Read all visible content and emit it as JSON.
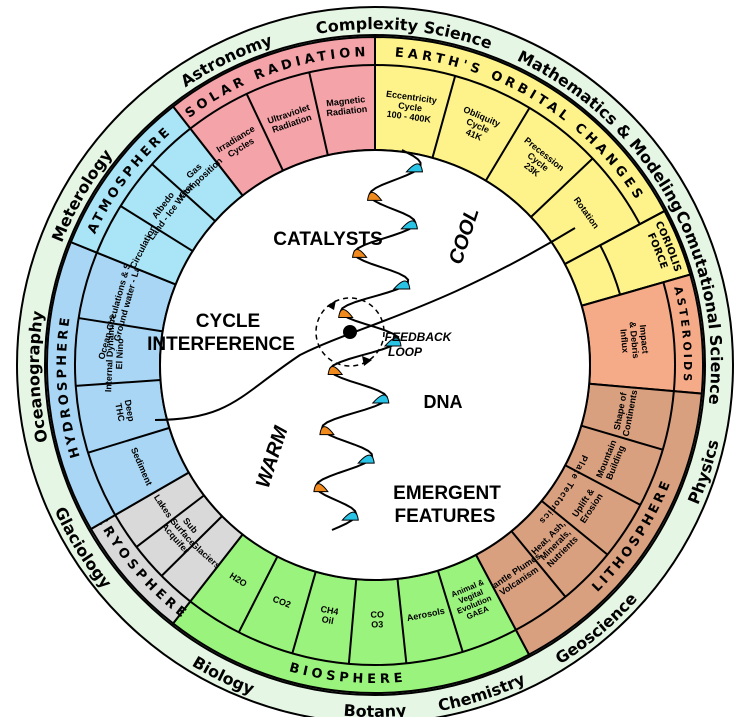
{
  "disciplines": [
    {
      "name": "Complexity Science"
    },
    {
      "name": "Mathematics & Modeling"
    },
    {
      "name": "Comutational Science"
    },
    {
      "name": "Physics"
    },
    {
      "name": "Geoscience"
    },
    {
      "name": "Chemistry"
    },
    {
      "name": "Botany"
    },
    {
      "name": "Biology"
    },
    {
      "name": "Glaciology"
    },
    {
      "name": "Oceanography"
    },
    {
      "name": "Meterology"
    },
    {
      "name": "Astronomy"
    }
  ],
  "spheres": [
    {
      "title": "SOLAR RADIATION",
      "color": "#f4a3a8",
      "cells": [
        [
          "Irradiance",
          "Cycles"
        ],
        [
          "Ultraviolet",
          "Radiation"
        ],
        [
          "Magnetic",
          "Radiation"
        ]
      ]
    },
    {
      "title": "EARTH'S ORBITAL CHANGES",
      "color": "#fdf38a",
      "cells": [
        [
          "Eccentricity",
          "Cycle",
          "100 - 400K"
        ],
        [
          "Obliquity",
          "Cycle",
          "41K"
        ],
        [
          "Precession",
          "Cycle",
          "23K"
        ],
        [
          "Rotation"
        ]
      ]
    },
    {
      "title": "CORIOLIS FORCE",
      "color": "#fdf38a",
      "cells": []
    },
    {
      "title": "ASTEROIDS",
      "color": "#f5aa88",
      "cells": [
        [
          "Impact",
          "& Debris",
          "Influx"
        ]
      ]
    },
    {
      "title": "LITHOSPHERE",
      "color": "#d9a080",
      "cells": [
        [
          "Shape of",
          "Continents"
        ],
        [
          "Mountain",
          "Building"
        ],
        [
          "Uplift &",
          "Erosion"
        ],
        [
          "Heat, Ash,",
          "Minerals,",
          "Nutrients"
        ],
        [
          "Mantle Plumes",
          "Volcanism"
        ]
      ],
      "sub": "Plate Tectonics"
    },
    {
      "title": "BIOSPHERE",
      "color": "#9af37c",
      "cells": [
        [
          "Animal &",
          "Vegital",
          "Evolution",
          "GAEA"
        ],
        [
          "Aerosols"
        ],
        [
          "CO",
          "O3"
        ],
        [
          "CH4",
          "Oil"
        ],
        [
          "CO2"
        ],
        [
          "H2O"
        ]
      ]
    },
    {
      "title": "CRYOSPHERE",
      "color": "#d9d9d9",
      "cells": [
        [
          "Glaciers"
        ],
        [
          "Sub",
          "Surface",
          "Acquifer"
        ],
        [
          "Lakes"
        ]
      ]
    },
    {
      "title": "HYDROSPHERE",
      "color": "#a9d6f5",
      "cells": [
        [
          "Sediment"
        ],
        [
          "Deep",
          "THC"
        ],
        [
          "Internal Dynamics",
          "El Nino"
        ],
        [
          "Ocean Circulations & Sea Level",
          "Ground water - Lakes"
        ]
      ]
    },
    {
      "title": "ATMOSPHERE",
      "color": "#a9e4f7",
      "cells": [
        [
          "Circulation"
        ],
        [
          "Albedo",
          "Land - Ice Water"
        ],
        [
          "Gas",
          "Composition"
        ]
      ]
    }
  ],
  "center": {
    "catalysts": "CATALYSTS",
    "cool": "COOL",
    "cycle_line1": "CYCLE",
    "cycle_line2": "INTERFERENCE",
    "feedback_line1": "FEEDBACK",
    "feedback_line2": "LOOP",
    "dna": "DNA",
    "warm": "WARM",
    "emergent_line1": "EMERGENT",
    "emergent_line2": "FEATURES"
  },
  "colors": {
    "outer_disc": "#e6f6e4",
    "inner_disc": "#ffffff",
    "warm_fill": "#f08a1c",
    "cool_fill": "#29c3e6",
    "line": "#000000"
  }
}
